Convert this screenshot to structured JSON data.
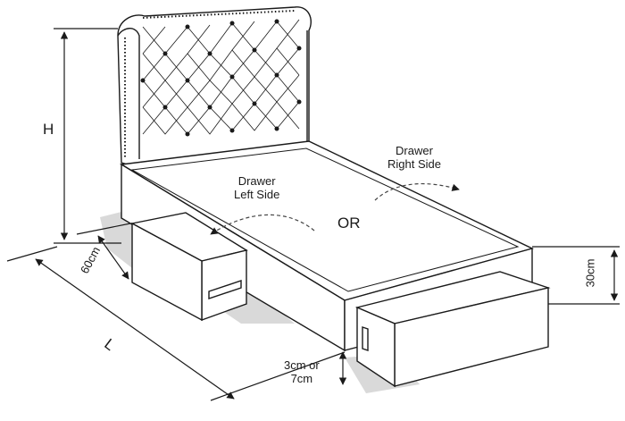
{
  "labels": {
    "height": "H",
    "length": "L",
    "drawer_depth": "60cm",
    "drawer_height": "30cm",
    "clearance_line1": "3cm or",
    "clearance_line2": "7cm",
    "drawer_left_line1": "Drawer",
    "drawer_left_line2": "Left Side",
    "drawer_right_line1": "Drawer",
    "drawer_right_line2": "Right Side",
    "or": "OR"
  },
  "colors": {
    "line": "#1a1a1a",
    "shadow": "#d9d9d9",
    "dashed": "#444444"
  }
}
